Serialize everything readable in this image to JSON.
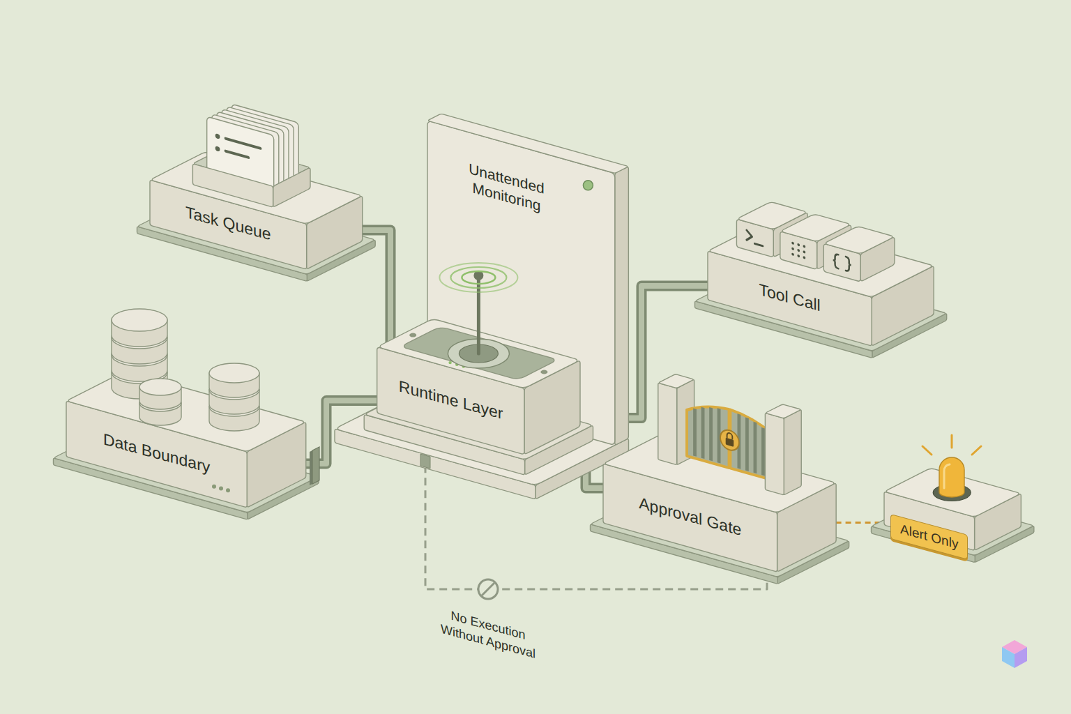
{
  "diagram": {
    "nodes": [
      {
        "text": [
          "Task Queue"
        ]
      },
      {
        "text": [
          "Unattended Monitoring"
        ]
      },
      {
        "text": [
          "Tool Call"
        ]
      },
      {
        "text": [
          "Data Boundary"
        ]
      },
      {
        "text": [
          "Runtime Layer"
        ]
      },
      {
        "text": [
          "Approval Gate"
        ]
      },
      {
        "text": [
          "Alert Only"
        ]
      }
    ],
    "edges": [
      {
        "from": 0,
        "to": 4,
        "arrow": "none"
      },
      {
        "from": 4,
        "to": 2,
        "arrow": "none"
      },
      {
        "from": 3,
        "to": 4,
        "arrow": "none"
      },
      {
        "from": 4,
        "to": 5,
        "arrow": "none"
      },
      {
        "from": 4,
        "to": 5,
        "label": "No Execution Without Approval",
        "arrow": "none"
      },
      {
        "from": 5,
        "to": 6,
        "arrow": "none"
      }
    ]
  }
}
